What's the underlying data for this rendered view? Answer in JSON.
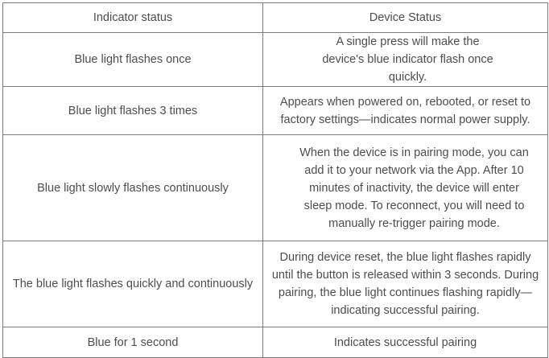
{
  "table": {
    "headers": [
      "Indicator status",
      "Device Status"
    ],
    "rows": [
      {
        "indicator": "Blue light flashes once",
        "status": "A single press will make the device's blue indicator flash once quickly."
      },
      {
        "indicator": "Blue light flashes 3 times",
        "status": "Appears when powered on, rebooted, or reset to factory settings—indicates normal power supply."
      },
      {
        "indicator": "Blue light slowly flashes continuously",
        "status": "When the device is in pairing mode, you can add it to your network via the App. After 10 minutes of inactivity, the device will enter sleep mode. To reconnect, you will need to manually re-trigger pairing mode."
      },
      {
        "indicator": "The blue light flashes quickly and continuously",
        "status": "During device reset, the blue light flashes rapidly until the button is released within 3 seconds. During pairing, the blue light continues flashing rapidly—indicating successful pairing."
      },
      {
        "indicator": "Blue for 1 second",
        "status": "Indicates successful pairing"
      }
    ]
  }
}
